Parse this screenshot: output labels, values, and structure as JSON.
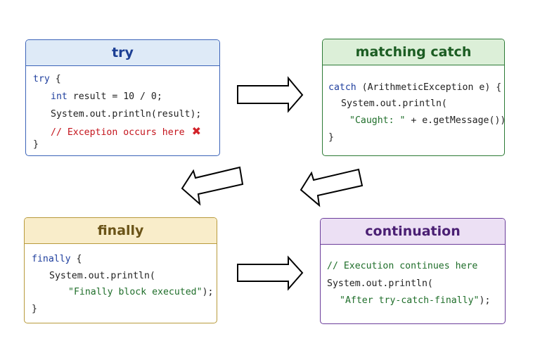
{
  "boxes": {
    "try": {
      "title": "try",
      "lines": {
        "l1_kw": "try",
        "l1_rest": " {",
        "l2_kw": "int",
        "l2_rest": " result = 10 / 0;",
        "l3": "System.out.println(result);",
        "l4_comment": "// Exception occurs here",
        "l5": "}"
      },
      "error_icon": "x-mark-icon"
    },
    "catch": {
      "title": "matching catch",
      "lines": {
        "l1_kw": "catch",
        "l1_rest": " (ArithmeticException e) {",
        "l2": "System.out.println(",
        "l3_str": "\"Caught: \"",
        "l3_rest": " + e.getMessage());",
        "l4": "}"
      }
    },
    "finally": {
      "title": "finally",
      "lines": {
        "l1_kw": "finally",
        "l1_rest": " {",
        "l2": "System.out.println(",
        "l3_str": "\"Finally block executed\"",
        "l3_rest": ");",
        "l4": "}"
      }
    },
    "continuation": {
      "title": "continuation",
      "lines": {
        "l1_comment": "// Execution continues here",
        "l2": "System.out.println(",
        "l3_str": "\"After try-catch-finally\"",
        "l3_rest": ");"
      }
    }
  },
  "colors": {
    "try_accent": "#3b63b8",
    "catch_accent": "#2c7a35",
    "finally_accent": "#b89a3c",
    "continuation_accent": "#6b3d9a",
    "keyword": "#1f3f9e",
    "error_comment": "#c4141c",
    "string": "#1f6e2a"
  }
}
